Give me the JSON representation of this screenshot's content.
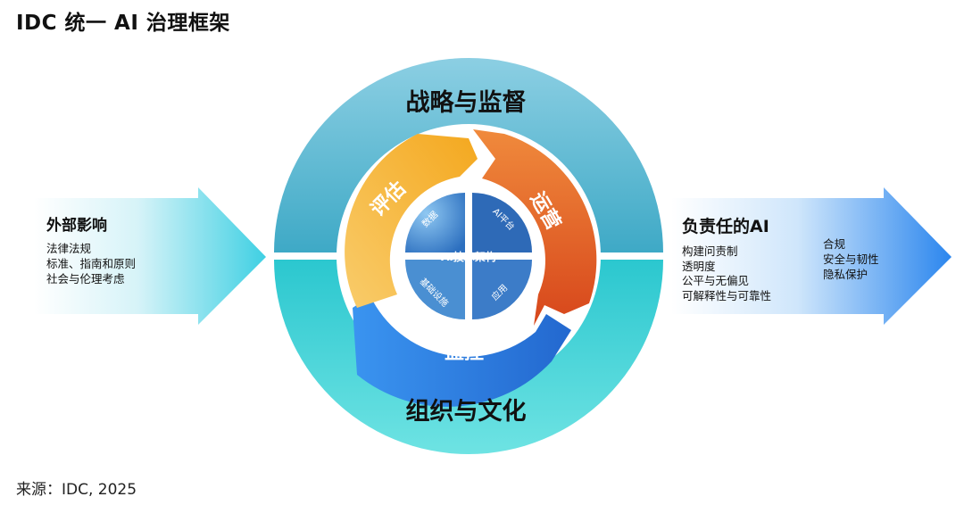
{
  "title": "IDC 统一 AI 治理框架",
  "source": "来源：IDC, 2025",
  "outer_ring": {
    "top_label": "战略与监督",
    "bottom_label": "组织与文化"
  },
  "cycle": {
    "assess_label": "评估",
    "operate_label": "运营",
    "monitor_label": "监控"
  },
  "core": {
    "center_label": "AI技术架构",
    "q_data": "数据",
    "q_platform": "AI平台",
    "q_infra": "基础设施",
    "q_apps": "应用"
  },
  "external_influences": {
    "heading": "外部影响",
    "items": [
      "法律法规",
      "标准、指南和原则",
      "社会与伦理考虑"
    ]
  },
  "responsible_ai": {
    "heading": "负责任的AI",
    "items_col1": [
      "构建问责制",
      "透明度",
      "公平与无偏见",
      "可解释性与可靠性"
    ],
    "items_col2": [
      "合规",
      "安全与韧性",
      "隐私保护"
    ]
  },
  "colors": {
    "outer_top": "#6dbdd8",
    "outer_bottom": "#3fd7d8",
    "assess": "#f6b431",
    "operate": "#e2551e",
    "monitor": "#2a7fe0",
    "core_quadrant": "#3b7dc9"
  }
}
